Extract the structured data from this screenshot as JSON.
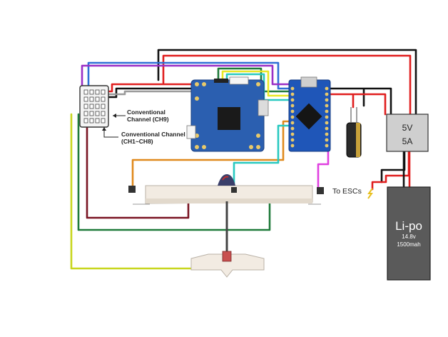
{
  "receiver": {
    "label_ch9_line1": "Conventional",
    "label_ch9_line2": "Channel (CH9)",
    "label_ch1_8_line1": "Conventional Channel",
    "label_ch1_8_line2": "(CH1~CH8)"
  },
  "power_module": {
    "line1": "5V",
    "line2": "5A"
  },
  "battery": {
    "title": "Li-po",
    "line1": "14.8v",
    "line2": "1500mah"
  },
  "esc": {
    "label": "To ESCs"
  },
  "colors": {
    "black": "#111111",
    "red": "#e01e1e",
    "dark_red": "#7a1422",
    "blue": "#2f6fd6",
    "purple": "#9a2fc6",
    "magenta": "#e040e0",
    "gray": "#9a9a9a",
    "green": "#1f7a3a",
    "yellow": "#e8e825",
    "lime": "#c8d61e",
    "cyan": "#29c9c0",
    "orange": "#e08a1e",
    "board_blue": "#2b5fb0"
  }
}
